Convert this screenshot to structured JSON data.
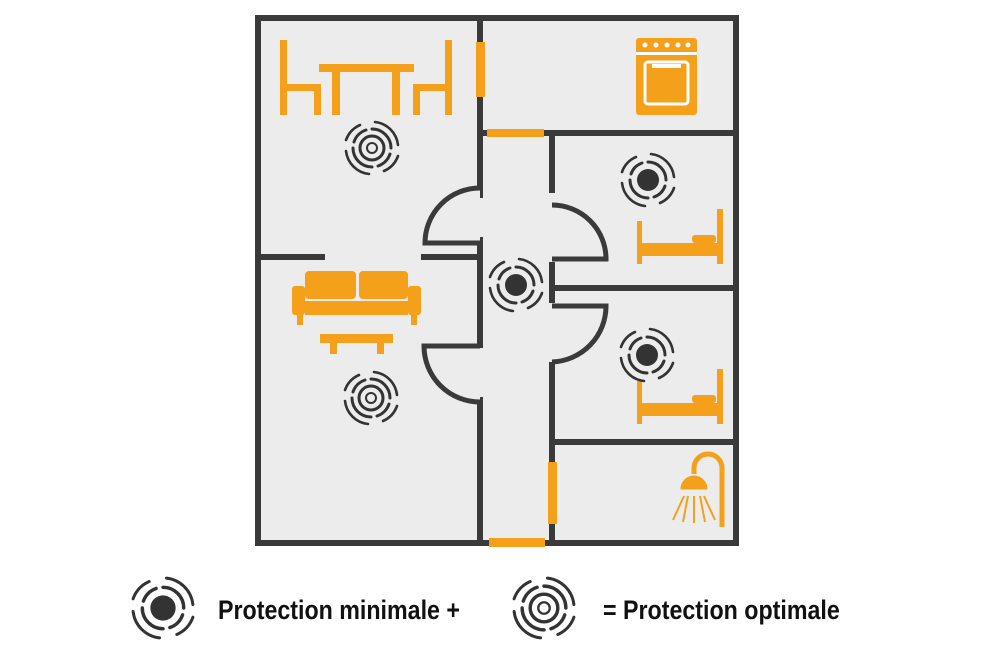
{
  "legend": {
    "minimal_label": "Protection minimale +",
    "optimal_label": "= Protection optimale",
    "minimal_icon": "smoke-detector-filled-icon",
    "optimal_icon": "smoke-detector-ring-icon"
  },
  "colors": {
    "wall": "#3a3a3a",
    "floor": "#ececec",
    "accent": "#f5a01a",
    "background": "#ffffff",
    "text": "#111111"
  },
  "rooms": [
    {
      "room": "dining",
      "furniture_icon": "dining-table-icon",
      "detector": "smoke-detector-ring-icon"
    },
    {
      "room": "kitchen",
      "furniture_icon": "stove-icon",
      "detector": "none"
    },
    {
      "room": "living",
      "furniture_icon": "sofa-icon",
      "detector": "smoke-detector-ring-icon"
    },
    {
      "room": "hallway",
      "furniture_icon": "none",
      "detector": "smoke-detector-filled-icon"
    },
    {
      "room": "bedroom-1",
      "furniture_icon": "bed-icon",
      "detector": "smoke-detector-filled-icon"
    },
    {
      "room": "bedroom-2",
      "furniture_icon": "bed-icon",
      "detector": "smoke-detector-filled-icon"
    },
    {
      "room": "bathroom",
      "furniture_icon": "shower-icon",
      "detector": "none"
    }
  ]
}
